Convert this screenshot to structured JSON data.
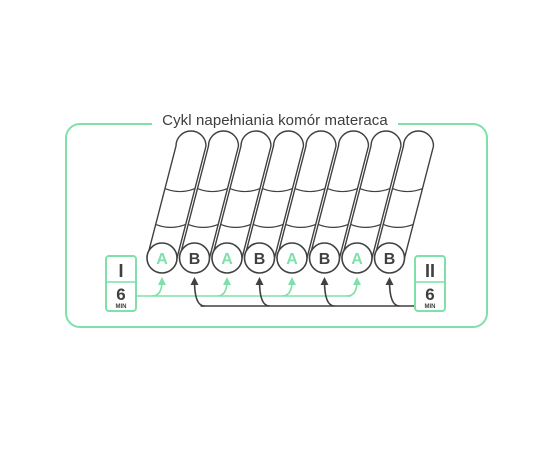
{
  "title": "Cykl napełniania komór materaca",
  "colors": {
    "accent": "#7fe0a9",
    "dark": "#404040",
    "background": "#ffffff"
  },
  "chambers": [
    "A",
    "B",
    "A",
    "B",
    "A",
    "B",
    "A",
    "B"
  ],
  "cycles": {
    "left": {
      "roman": "I",
      "value": "6",
      "unit": "MIN",
      "targets": "A"
    },
    "right": {
      "roman": "II",
      "value": "6",
      "unit": "MIN",
      "targets": "B"
    }
  }
}
